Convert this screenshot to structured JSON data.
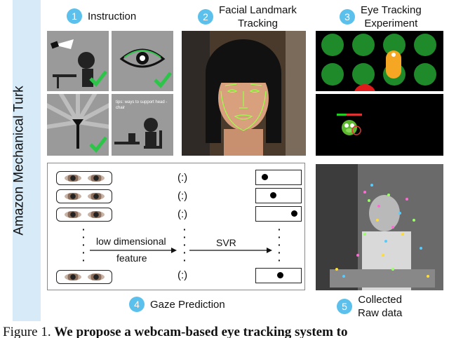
{
  "side_label": "Amazon Mechanical Turk",
  "steps": [
    {
      "num": "1",
      "label": "Instruction"
    },
    {
      "num": "2",
      "label_line1": "Facial Landmark",
      "label_line2": "Tracking"
    },
    {
      "num": "3",
      "label_line1": "Eye Tracking",
      "label_line2": "Experiment"
    },
    {
      "num": "4",
      "label": "Gaze Prediction"
    },
    {
      "num": "5",
      "label_line1": "Collected",
      "label_line2": "Raw data"
    }
  ],
  "instruction_tip": "tips: ways to support head - chair",
  "gaze": {
    "parens": [
      "(:)",
      "(:)",
      "(:)",
      "(:)"
    ],
    "low_dim_line1": "low dimensional",
    "low_dim_line2": "feature",
    "svr": "SVR"
  },
  "colors": {
    "accent": "#5bc0eb",
    "panel": "#d6eaf8",
    "check": "#27ae3a",
    "green_dot": "#1e8a2a"
  },
  "caption_prefix": "Figure 1.",
  "caption_bold": "We propose a webcam-based eye tracking system to"
}
